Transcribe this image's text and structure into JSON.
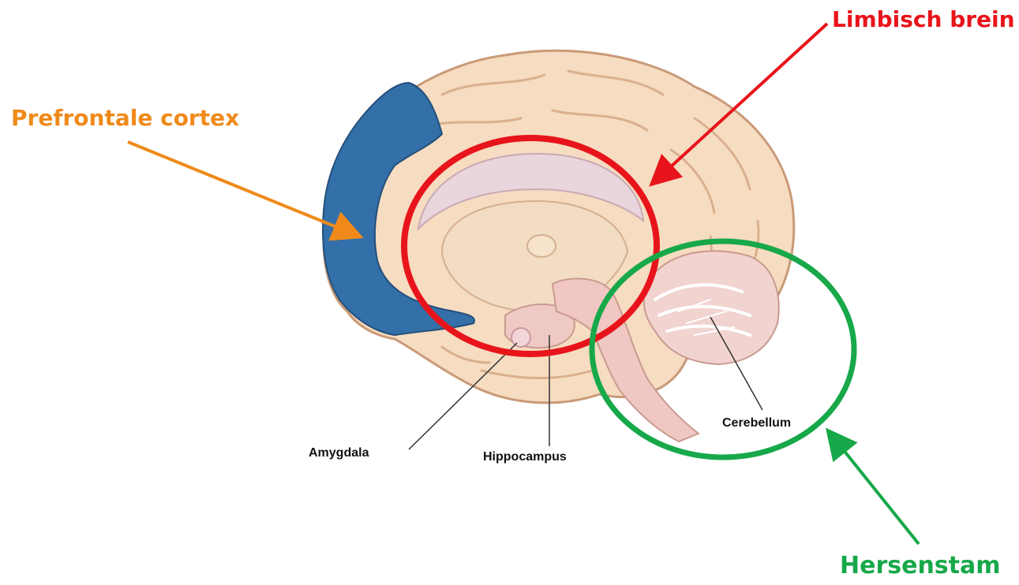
{
  "callouts": {
    "limbic_brain": "Limbisch brein",
    "prefrontal_cortex": "Prefrontale cortex",
    "brainstem": "Hersenstam"
  },
  "parts": {
    "amygdala": "Amygdala",
    "hippocampus": "Hippocampus",
    "cerebellum": "Cerebellum"
  },
  "citation": "",
  "colors": {
    "limbic": "#e8141b",
    "prefrontal": "#ef8a1a",
    "brainstem": "#17a84a",
    "prefrontal_region": "#336fa8",
    "brain_tissue": "#f6dcc0",
    "brain_outline": "#c99a78"
  }
}
